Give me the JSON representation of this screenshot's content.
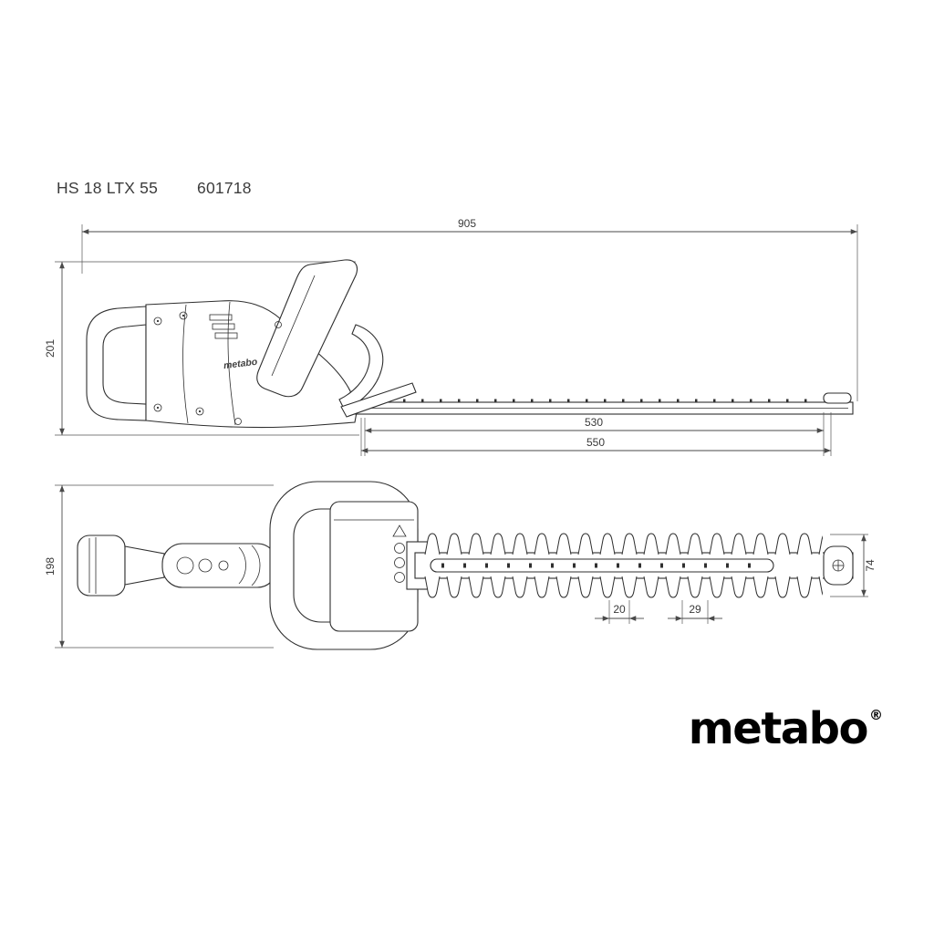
{
  "header": {
    "model": "HS 18 LTX 55",
    "sku": "601718"
  },
  "side_view": {
    "dim_overall_length": "905",
    "dim_height": "201",
    "dim_blade_cut": "530",
    "dim_blade_total": "550",
    "body_label": "metabo"
  },
  "top_view": {
    "dim_width": "198",
    "dim_blade_width": "74",
    "dim_tooth_gap": "20",
    "dim_tooth_pitch": "29"
  },
  "logo": {
    "text": "metabo",
    "registered": "®"
  },
  "colors": {
    "line": "#2f2f2f",
    "dimension": "#4a4a4a",
    "text": "#3c3c3c",
    "logo": "#000000"
  }
}
